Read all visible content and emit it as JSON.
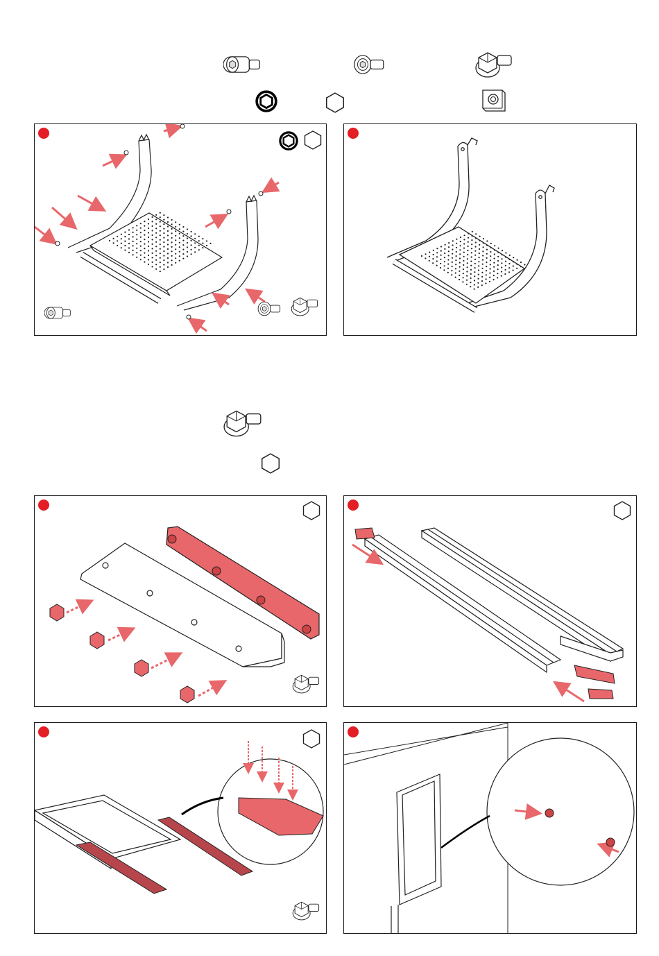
{
  "page": {
    "background": "#ffffff",
    "accent": "#e31e24",
    "part_highlight": "#e8676a",
    "line": "#1a1a1a"
  },
  "parts_legend_top": {
    "fasteners": [
      "socket-head-bolt-icon",
      "button-head-bolt-icon",
      "flange-hex-bolt-icon"
    ],
    "tools": [
      "hex-socket-tool-bold-icon",
      "hex-wrench-icon",
      "square-nut-plate-icon"
    ]
  },
  "parts_legend_middle": {
    "fasteners": [
      "flange-hex-bolt-icon"
    ],
    "tools": [
      "hex-wrench-icon"
    ]
  },
  "steps": [
    {
      "id": "step-1",
      "tools": [
        "hex-socket-tool-bold-icon",
        "hex-wrench-icon"
      ],
      "parts": [
        "socket-head-bolt-icon",
        "button-head-bolt-icon",
        "flange-hex-bolt-icon"
      ],
      "illustration": "footrest-exploded-assembly"
    },
    {
      "id": "step-2",
      "tools": [],
      "parts": [],
      "illustration": "footrest-assembled"
    },
    {
      "id": "step-3",
      "tools": [
        "hex-wrench-icon"
      ],
      "parts": [
        "flange-hex-bolt-icon"
      ],
      "illustration": "bracket-plate-bolting"
    },
    {
      "id": "step-4",
      "tools": [
        "hex-wrench-icon"
      ],
      "parts": [],
      "illustration": "rail-end-caps"
    },
    {
      "id": "step-5",
      "tools": [
        "hex-wrench-icon"
      ],
      "parts": [
        "flange-hex-bolt-icon"
      ],
      "illustration": "frame-rails-mounting"
    },
    {
      "id": "step-6",
      "tools": [],
      "parts": [],
      "illustration": "wall-bracket-install"
    }
  ]
}
